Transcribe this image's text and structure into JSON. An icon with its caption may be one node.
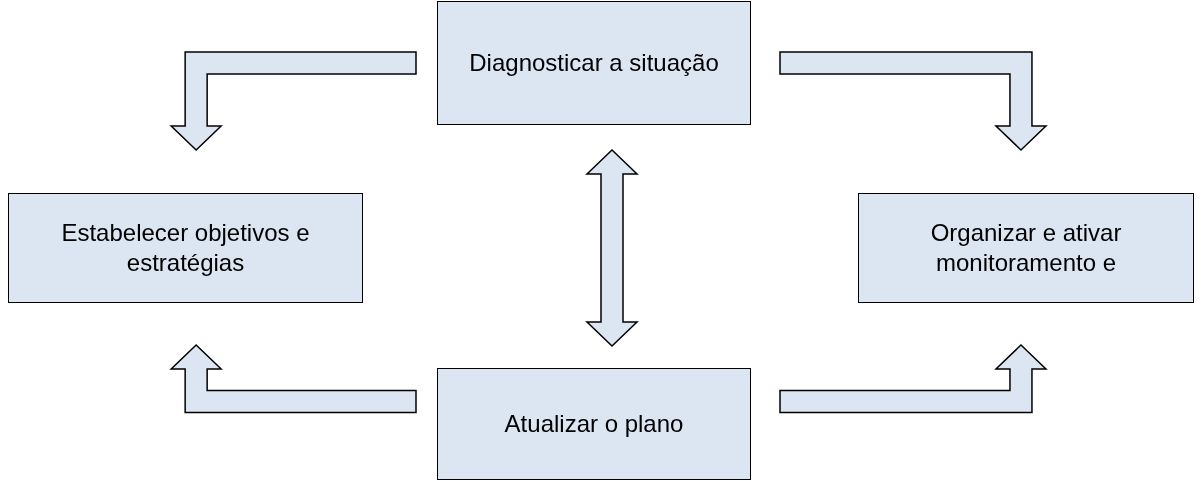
{
  "diagram": {
    "nodes": [
      {
        "text": [
          "Diagnosticar a situação"
        ]
      },
      {
        "text": [
          "Estabelecer objetivos e estratégias"
        ]
      },
      {
        "text": [
          "Organizar e ativar monitoramento e"
        ]
      },
      {
        "text": [
          "Atualizar o plano"
        ]
      }
    ],
    "edges": [
      {
        "from": 0,
        "to": 1,
        "arrow": "to"
      },
      {
        "from": 0,
        "to": 2,
        "arrow": "to"
      },
      {
        "from": 0,
        "to": 3,
        "arrow": "both"
      },
      {
        "from": 3,
        "to": 1,
        "arrow": "to"
      },
      {
        "from": 3,
        "to": 2,
        "arrow": "to"
      }
    ]
  }
}
